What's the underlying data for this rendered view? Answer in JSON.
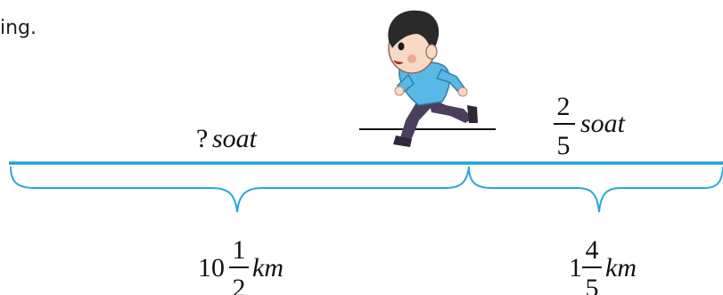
{
  "partial_caption": "ing.",
  "left_segment": {
    "time_label": {
      "prefix": "?",
      "unit": "soat"
    },
    "distance_label": {
      "whole": "10",
      "numerator": "1",
      "denominator": "2",
      "unit": "km"
    }
  },
  "right_segment": {
    "time_label": {
      "numerator": "2",
      "denominator": "5",
      "unit": "soat"
    },
    "distance_label": {
      "whole": "1",
      "numerator": "4",
      "denominator": "5",
      "unit": "km"
    }
  },
  "colors": {
    "track": "#1fa2dc",
    "brace": "#27a6de",
    "text": "#111111",
    "boy_shirt": "#5ab8e6",
    "boy_pants": "#4a3f5c",
    "boy_hair": "#2a2a2a",
    "boy_skin": "#f7d9c4"
  },
  "illustration": "running-boy"
}
